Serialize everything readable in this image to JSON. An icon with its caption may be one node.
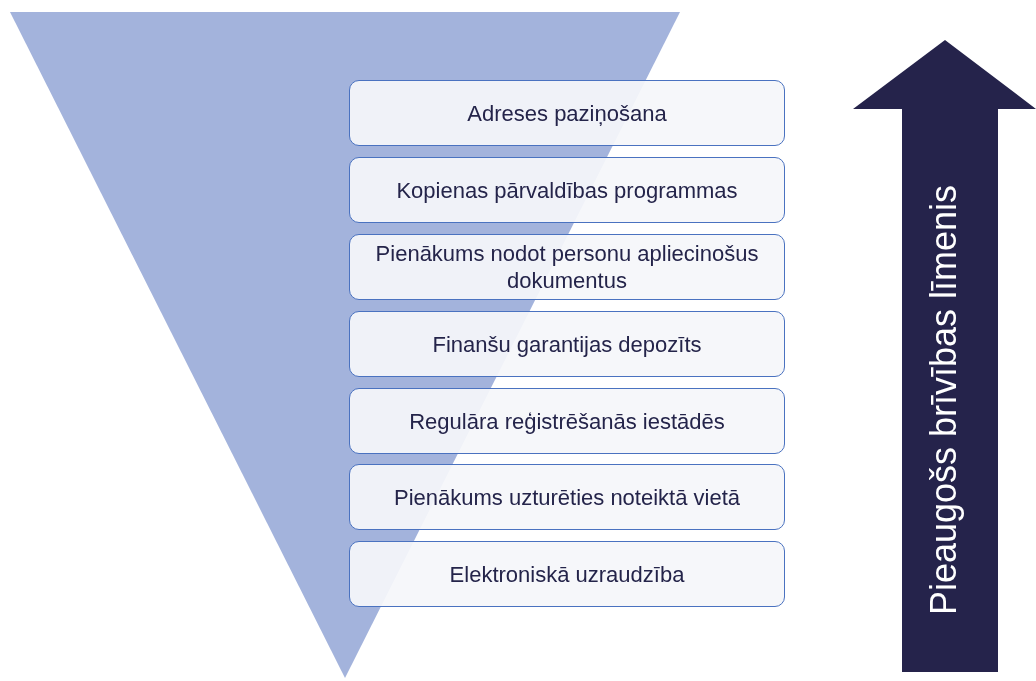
{
  "diagram": {
    "nodes": [
      {
        "text": [
          "Adreses paziņošana"
        ]
      },
      {
        "text": [
          "Kopienas pārvaldības programmas"
        ]
      },
      {
        "text": [
          "Pienākums nodot personu apliecinošus dokumentus"
        ]
      },
      {
        "text": [
          "Finanšu garantijas depozīts"
        ]
      },
      {
        "text": [
          "Regulāra reģistrēšanās iestādēs"
        ]
      },
      {
        "text": [
          "Pienākums uzturēties noteiktā vietā"
        ]
      },
      {
        "text": [
          "Elektroniskā uzraudzība"
        ]
      },
      {
        "text": [
          "Pieaugošs brīvības līmenis"
        ]
      }
    ]
  }
}
